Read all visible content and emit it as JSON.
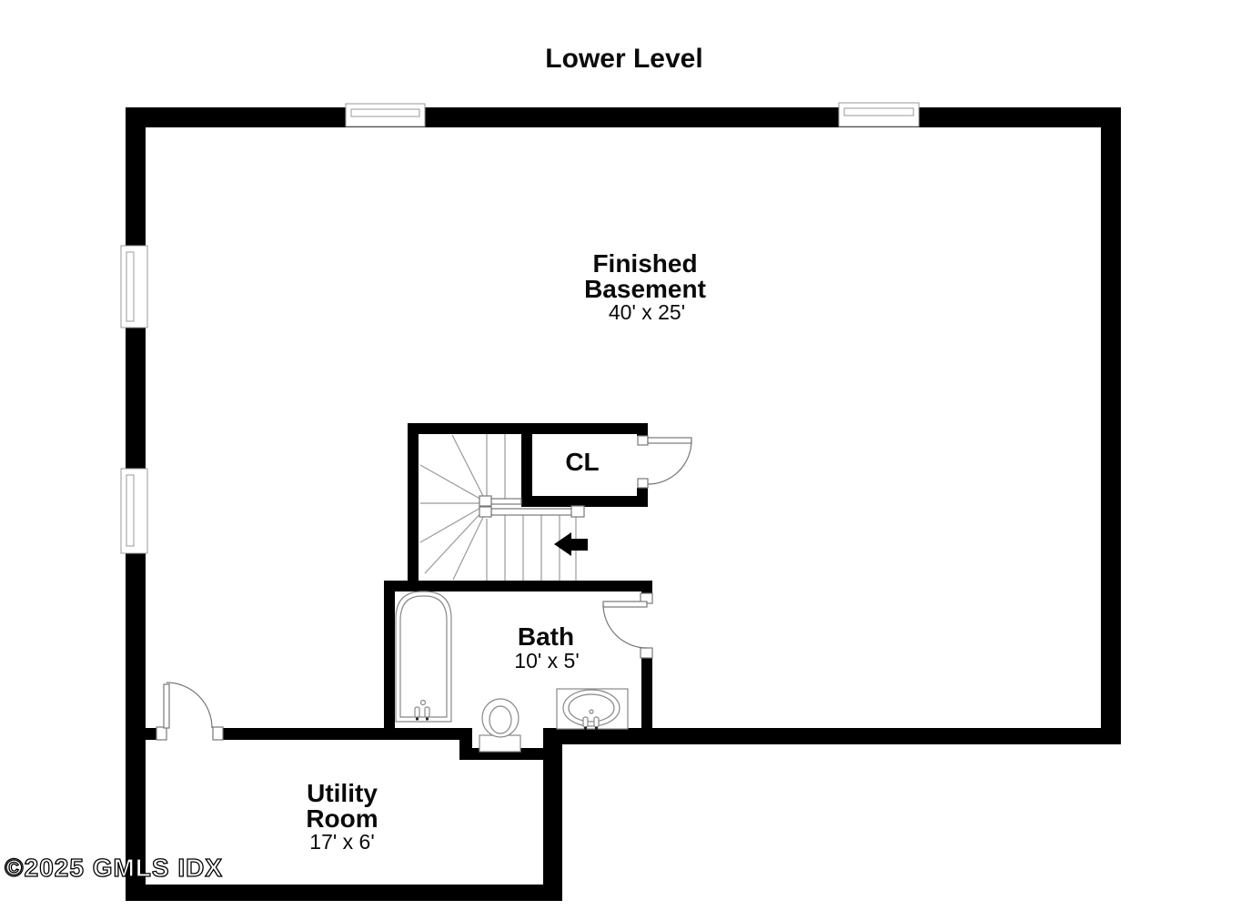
{
  "plan": {
    "title": "Lower Level",
    "watermark": "©2025 GMLS IDX",
    "rooms": {
      "finished_basement": {
        "name_lines": [
          "Finished",
          "Basement"
        ],
        "dims": "40' x 25'"
      },
      "closet": {
        "name": "CL"
      },
      "bath": {
        "name": "Bath",
        "dims": "10' x 5'"
      },
      "utility_room": {
        "name_lines": [
          "Utility",
          "Room"
        ],
        "dims": "17' x 6'"
      }
    },
    "colors": {
      "wall": "#000000",
      "fixture_line": "#888888",
      "stair_line": "#999999",
      "background": "#ffffff"
    }
  }
}
